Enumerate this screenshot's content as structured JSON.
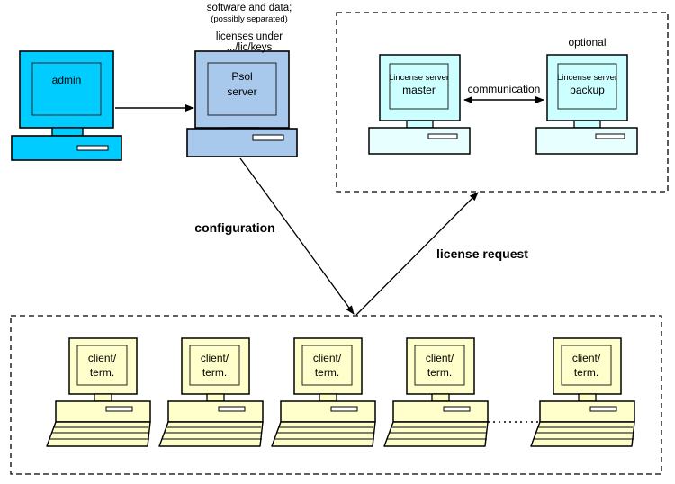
{
  "diagram": {
    "title_labels": {
      "software_and_data": "software and data;",
      "possibly_separated": "(possibly separated)",
      "licenses_under": "licenses under",
      "lic_keys_path": ".../lic/keys",
      "optional": "optional"
    },
    "edge_labels": {
      "configuration": "configuration",
      "license_request": "license request",
      "communication": "communication"
    },
    "nodes": {
      "admin": {
        "label": "admin",
        "color": "#00ccff"
      },
      "psol_server": {
        "label_line1": "Psol",
        "label_line2": "server",
        "color": "#a8c8ec"
      },
      "license_master": {
        "label_line1": "Lincense server",
        "label_line2": "master",
        "color": "#ccffff"
      },
      "license_backup": {
        "label_line1": "Lincense server",
        "label_line2": "backup",
        "color": "#ccffff"
      }
    },
    "clients": [
      {
        "label_line1": "client/",
        "label_line2": "term."
      },
      {
        "label_line1": "client/",
        "label_line2": "term."
      },
      {
        "label_line1": "client/",
        "label_line2": "term."
      },
      {
        "label_line1": "client/",
        "label_line2": "term."
      },
      {
        "label_line1": "client/",
        "label_line2": "term."
      }
    ],
    "client_color": "#ffffcc",
    "colors": {
      "stroke": "#000000",
      "background": "#ffffff",
      "admin_cyan": "#00ccff",
      "psol_blue": "#a8c8ec",
      "license_cyan": "#ccffff",
      "client_yellow": "#ffffcc"
    }
  }
}
